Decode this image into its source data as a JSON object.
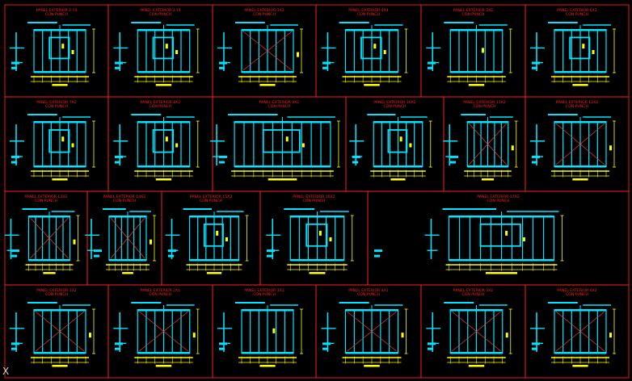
{
  "drawing": {
    "panels": [
      {
        "row": 0,
        "title": "PANEL EXTERIOR 2.Y4",
        "subtitle": "CON PUNCH"
      },
      {
        "row": 0,
        "title": "PANEL EXTERIOR 2.Y4",
        "subtitle": "CON PUNCH"
      },
      {
        "row": 0,
        "title": "PANEL EXTERIOR 3X2",
        "subtitle": "CON PUNCH"
      },
      {
        "row": 0,
        "title": "PANEL EXTERIOR 4X4",
        "subtitle": "CON PUNCH"
      },
      {
        "row": 0,
        "title": "PANEL EXTERIOR 5X2",
        "subtitle": "CON PUNCH"
      },
      {
        "row": 0,
        "title": "PANEL EXTERIOR 6X2",
        "subtitle": "CON PUNCH"
      },
      {
        "row": 1,
        "title": "PANEL EXTERIOR 7X2",
        "subtitle": "CON PUNCH"
      },
      {
        "row": 1,
        "title": "PANEL EXTERIOR 8X2",
        "subtitle": "CON PUNCH"
      },
      {
        "row": 1,
        "title": "PANEL EXTERIOR 9X2",
        "subtitle": "CON PUNCH"
      },
      {
        "row": 1,
        "title": "PANEL EXTERIOR 10X2",
        "subtitle": "CON PUNCH"
      },
      {
        "row": 1,
        "title": "PANEL EXTERIOR 11X2",
        "subtitle": "CON PUNCH"
      },
      {
        "row": 1,
        "title": "PANEL EXTERIOR 12X2",
        "subtitle": "CON PUNCH"
      },
      {
        "row": 2,
        "title": "PANEL EXTERIOR 13X2",
        "subtitle": "CON PUNCH"
      },
      {
        "row": 2,
        "title": "PANEL EXTERIOR 14X2",
        "subtitle": "CON PUNCH"
      },
      {
        "row": 2,
        "title": "PANEL EXTERIOR 15X2",
        "subtitle": "CON PUNCH"
      },
      {
        "row": 2,
        "title": "PANEL EXTERIOR 16X2",
        "subtitle": "CON PUNCH"
      },
      {
        "row": 2,
        "title": "PANEL EXTERIOR 17X2",
        "subtitle": "CON PUNCH"
      },
      {
        "row": 3,
        "title": "PANEL EXTERIOR 1X2",
        "subtitle": "CON PUNCH"
      },
      {
        "row": 3,
        "title": "PANEL EXTERIOR 2X1",
        "subtitle": "CON PUNCH"
      },
      {
        "row": 3,
        "title": "PANEL EXTERIOR 3X1",
        "subtitle": "CON PUNCH"
      },
      {
        "row": 3,
        "title": "PANEL EXTERIOR 4X1",
        "subtitle": "CON PUNCH"
      },
      {
        "row": 3,
        "title": "PANEL EXTERIOR 5X2",
        "subtitle": "CON PUNCH"
      },
      {
        "row": 3,
        "title": "PANEL EXTERIOR 6X2",
        "subtitle": "CON PUNCH"
      }
    ]
  },
  "axis_indicator": {
    "label": "X"
  },
  "colors": {
    "frame": "#ff2020",
    "stud": "#00e5ff",
    "dimension": "#ffff00",
    "brace": "#ff3c3c",
    "background": "#000000"
  }
}
